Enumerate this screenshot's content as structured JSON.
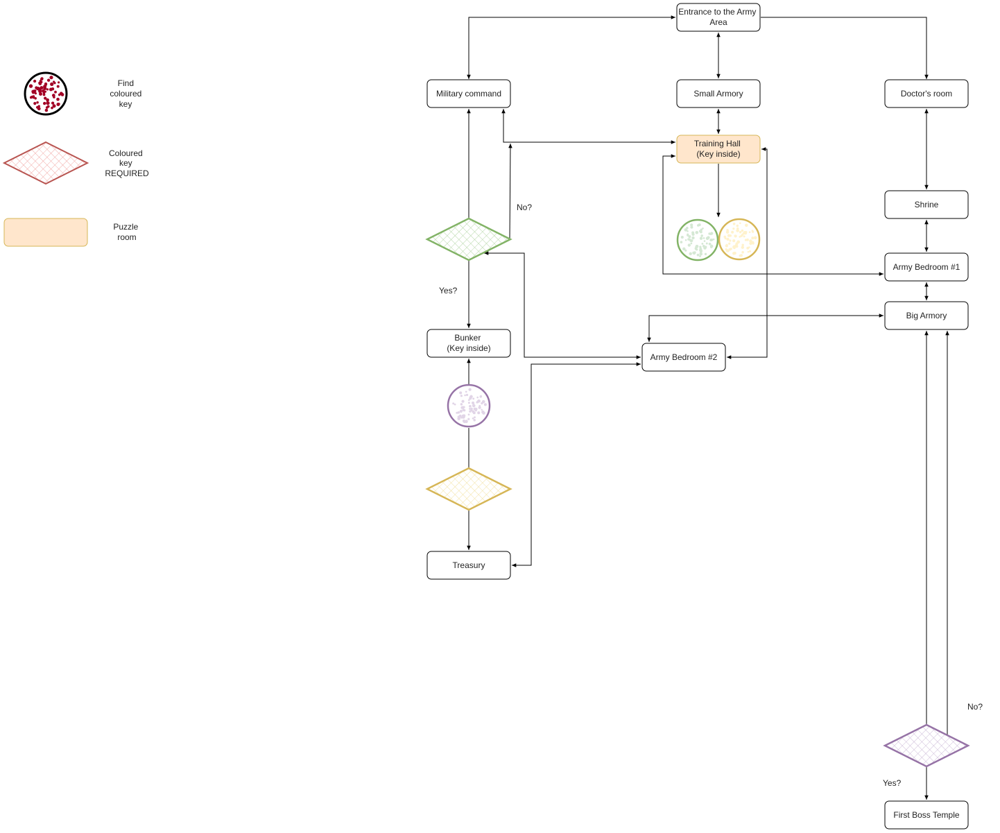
{
  "colors": {
    "red": "#b85450",
    "red_fill": "#f8cecc",
    "key_dot": "#a20025",
    "green": "#82b366",
    "green_fill": "#d5e8d4",
    "yellow": "#d6b656",
    "yellow_fill": "#fff2cc",
    "purple": "#9673a6",
    "purple_fill": "#e1d5e7",
    "puzzle_fill": "#ffe6cc"
  },
  "legend": {
    "key": [
      "Find",
      "coloured",
      "key"
    ],
    "lock": [
      "Coloured",
      "key",
      "REQUIRED"
    ],
    "puzzle": [
      "Puzzle",
      "room"
    ]
  },
  "nodes": {
    "entrance": [
      "Entrance to the Army",
      "Area"
    ],
    "military": [
      "Military command"
    ],
    "small_armory": [
      "Small Armory"
    ],
    "doctor": [
      "Doctor's room"
    ],
    "training": [
      "Training Hall",
      "(Key inside)"
    ],
    "shrine": [
      "Shrine"
    ],
    "bedroom1": [
      "Army Bedroom #1"
    ],
    "big_armory": [
      "Big Armory"
    ],
    "bunker": [
      "Bunker",
      "(Key inside)"
    ],
    "bedroom2": [
      "Army Bedroom #2"
    ],
    "treasury": [
      "Treasury"
    ],
    "boss": [
      "First Boss Temple"
    ]
  },
  "labels": {
    "no_green": "No?",
    "yes_green": "Yes?",
    "no_purple": "No?",
    "yes_purple": "Yes?"
  }
}
